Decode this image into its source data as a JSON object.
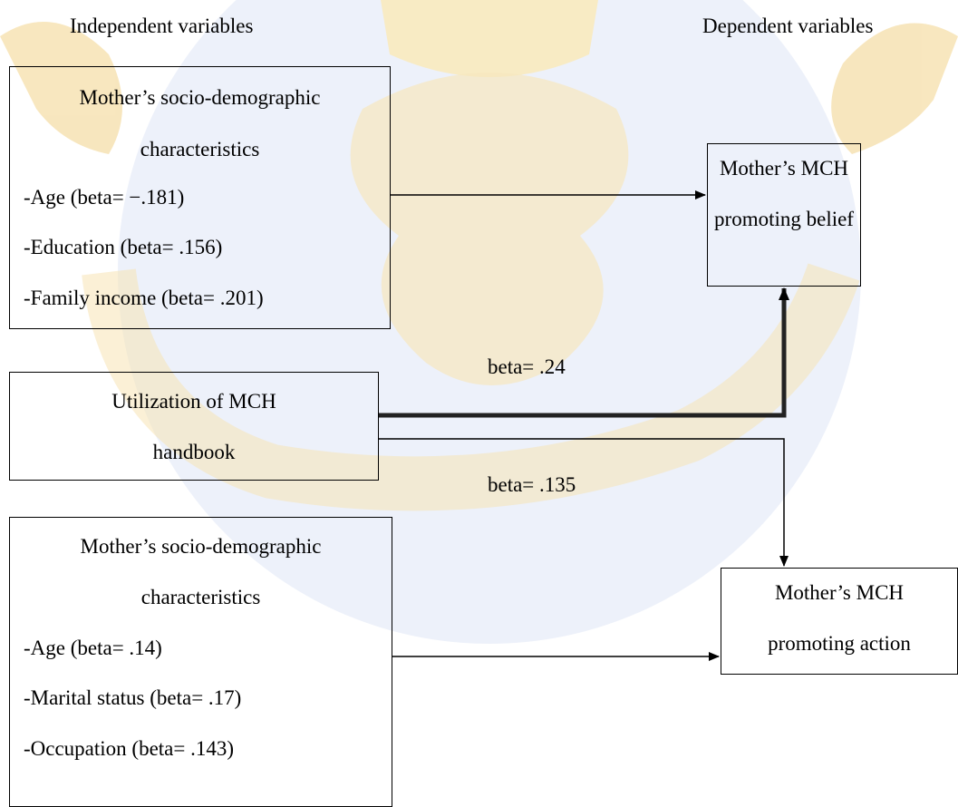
{
  "headers": {
    "independent": "Independent variables",
    "dependent": "Dependent variables"
  },
  "box1": {
    "title_line1": "Mother’s socio-demographic",
    "title_line2": "characteristics",
    "items": [
      "-Age (beta= −.181)",
      "-Education (beta= .156)",
      "-Family income (beta= .201)"
    ]
  },
  "belief": {
    "line1": "Mother’s MCH",
    "line2": "promoting belief"
  },
  "utilization": {
    "line1": "Utilization of MCH",
    "line2": "handbook"
  },
  "box3": {
    "title_line1": "Mother’s socio-demographic",
    "title_line2": "characteristics",
    "items": [
      "-Age (beta= .14)",
      "-Marital status (beta= .17)",
      "-Occupation (beta= .143)"
    ]
  },
  "action": {
    "line1": "Mother’s MCH",
    "line2": "promoting action"
  },
  "edges": {
    "util_to_belief": "beta= .24",
    "util_to_action": "beta= .135"
  },
  "colors": {
    "watermark_blue": "#c9d3ec",
    "watermark_gold": "#f6e7b5",
    "watermark_text": "#fbeccb"
  }
}
